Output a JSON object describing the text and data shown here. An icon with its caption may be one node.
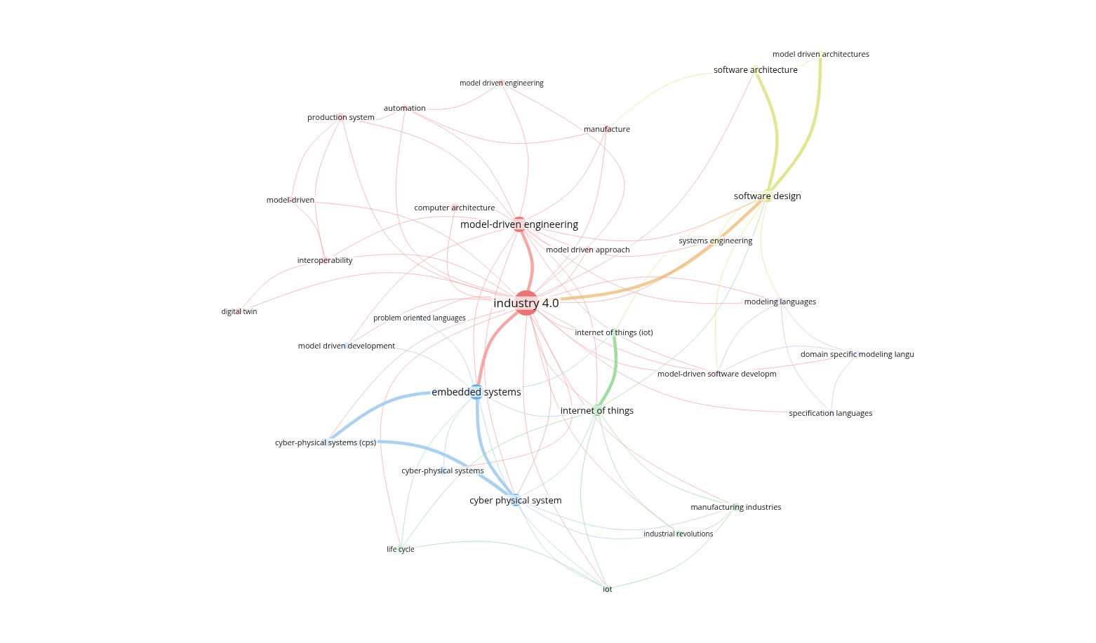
{
  "diagram": {
    "nodes": [
      {
        "text": [
          "industry 4.0"
        ]
      },
      {
        "text": [
          "model-driven engineering"
        ]
      },
      {
        "text": [
          "model driven engineering"
        ]
      },
      {
        "text": [
          "automation"
        ]
      },
      {
        "text": [
          "production system"
        ]
      },
      {
        "text": [
          "manufacture"
        ]
      },
      {
        "text": [
          "model-driven"
        ]
      },
      {
        "text": [
          "computer architecture"
        ]
      },
      {
        "text": [
          "interoperability"
        ]
      },
      {
        "text": [
          "model driven approach"
        ]
      },
      {
        "text": [
          "digital twin"
        ]
      },
      {
        "text": [
          "problem oriented languages"
        ]
      },
      {
        "text": [
          "model driven development"
        ]
      },
      {
        "text": [
          "embedded systems"
        ]
      },
      {
        "text": [
          "cyber-physical systems (cps)"
        ]
      },
      {
        "text": [
          "cyber-physical systems"
        ]
      },
      {
        "text": [
          "cyber physical system"
        ]
      },
      {
        "text": [
          "internet of things (iot)"
        ]
      },
      {
        "text": [
          "internet of things"
        ]
      },
      {
        "text": [
          "manufacturing industries"
        ]
      },
      {
        "text": [
          "industrial revolutions"
        ]
      },
      {
        "text": [
          "life cycle"
        ]
      },
      {
        "text": [
          "iot"
        ]
      },
      {
        "text": [
          "software architecture"
        ]
      },
      {
        "text": [
          "model driven architectures"
        ]
      },
      {
        "text": [
          "software design"
        ]
      },
      {
        "text": [
          "systems engineering"
        ]
      },
      {
        "text": [
          "modeling languages"
        ]
      },
      {
        "text": [
          "domain specific modeling langu"
        ]
      },
      {
        "text": [
          "model-driven software developm"
        ]
      },
      {
        "text": [
          "specification languages"
        ]
      }
    ],
    "edges": [
      {
        "from": 0,
        "to": 1,
        "arrow": "none",
        "style": "thick"
      },
      {
        "from": 0,
        "to": 2,
        "arrow": "none"
      },
      {
        "from": 0,
        "to": 3,
        "arrow": "none"
      },
      {
        "from": 0,
        "to": 4,
        "arrow": "none"
      },
      {
        "from": 0,
        "to": 5,
        "arrow": "none"
      },
      {
        "from": 0,
        "to": 6,
        "arrow": "none"
      },
      {
        "from": 0,
        "to": 7,
        "arrow": "none"
      },
      {
        "from": 0,
        "to": 8,
        "arrow": "none"
      },
      {
        "from": 0,
        "to": 9,
        "arrow": "none"
      },
      {
        "from": 0,
        "to": 10,
        "arrow": "none"
      },
      {
        "from": 0,
        "to": 11,
        "arrow": "none"
      },
      {
        "from": 0,
        "to": 12,
        "arrow": "none"
      },
      {
        "from": 0,
        "to": 13,
        "arrow": "none",
        "style": "thick"
      },
      {
        "from": 0,
        "to": 14,
        "arrow": "none"
      },
      {
        "from": 0,
        "to": 15,
        "arrow": "none"
      },
      {
        "from": 0,
        "to": 16,
        "arrow": "none"
      },
      {
        "from": 0,
        "to": 17,
        "arrow": "none"
      },
      {
        "from": 0,
        "to": 18,
        "arrow": "none"
      },
      {
        "from": 0,
        "to": 19,
        "arrow": "none"
      },
      {
        "from": 0,
        "to": 20,
        "arrow": "none"
      },
      {
        "from": 0,
        "to": 21,
        "arrow": "none"
      },
      {
        "from": 0,
        "to": 22,
        "arrow": "none"
      },
      {
        "from": 0,
        "to": 23,
        "arrow": "none"
      },
      {
        "from": 0,
        "to": 25,
        "arrow": "none",
        "style": "thick",
        "color": "#f0c890"
      },
      {
        "from": 0,
        "to": 26,
        "arrow": "none"
      },
      {
        "from": 0,
        "to": 27,
        "arrow": "none"
      },
      {
        "from": 0,
        "to": 28,
        "arrow": "none"
      },
      {
        "from": 0,
        "to": 29,
        "arrow": "none"
      },
      {
        "from": 0,
        "to": 30,
        "arrow": "none"
      },
      {
        "from": 1,
        "to": 2,
        "arrow": "none"
      },
      {
        "from": 1,
        "to": 3,
        "arrow": "none"
      },
      {
        "from": 1,
        "to": 4,
        "arrow": "none"
      },
      {
        "from": 1,
        "to": 5,
        "arrow": "none"
      },
      {
        "from": 1,
        "to": 7,
        "arrow": "none"
      },
      {
        "from": 1,
        "to": 8,
        "arrow": "none"
      },
      {
        "from": 1,
        "to": 9,
        "arrow": "none"
      },
      {
        "from": 1,
        "to": 12,
        "arrow": "none"
      },
      {
        "from": 1,
        "to": 13,
        "arrow": "none"
      },
      {
        "from": 1,
        "to": 16,
        "arrow": "none"
      },
      {
        "from": 1,
        "to": 18,
        "arrow": "none"
      },
      {
        "from": 1,
        "to": 25,
        "arrow": "none"
      },
      {
        "from": 1,
        "to": 26,
        "arrow": "none"
      },
      {
        "from": 1,
        "to": 27,
        "arrow": "none"
      },
      {
        "from": 1,
        "to": 29,
        "arrow": "none"
      },
      {
        "from": 13,
        "to": 14,
        "arrow": "none",
        "style": "thick",
        "color": "#a8cdee"
      },
      {
        "from": 13,
        "to": 15,
        "arrow": "none",
        "color": "#a8cdee"
      },
      {
        "from": 13,
        "to": 16,
        "arrow": "none",
        "style": "thick",
        "color": "#a8cdee"
      },
      {
        "from": 13,
        "to": 18,
        "arrow": "none",
        "color": "#a8cdee"
      },
      {
        "from": 13,
        "to": 12,
        "arrow": "none",
        "color": "#a8cdee"
      },
      {
        "from": 13,
        "to": 11,
        "arrow": "none",
        "color": "#a8cdee"
      },
      {
        "from": 13,
        "to": 21,
        "arrow": "none",
        "color": "#a8cdee"
      },
      {
        "from": 13,
        "to": 22,
        "arrow": "none",
        "color": "#a8cdee"
      },
      {
        "from": 13,
        "to": 17,
        "arrow": "none",
        "color": "#a8cdee"
      },
      {
        "from": 16,
        "to": 14,
        "arrow": "none",
        "style": "thick",
        "color": "#a8cdee"
      },
      {
        "from": 16,
        "to": 15,
        "arrow": "none",
        "color": "#a8cdee"
      },
      {
        "from": 16,
        "to": 18,
        "arrow": "none",
        "color": "#a8cdee"
      },
      {
        "from": 16,
        "to": 19,
        "arrow": "none",
        "color": "#a8cdee"
      },
      {
        "from": 16,
        "to": 20,
        "arrow": "none",
        "color": "#a8cdee"
      },
      {
        "from": 16,
        "to": 22,
        "arrow": "none",
        "color": "#a8cdee"
      },
      {
        "from": 18,
        "to": 17,
        "arrow": "none",
        "style": "thick",
        "color": "#9bd99b"
      },
      {
        "from": 18,
        "to": 19,
        "arrow": "none",
        "color": "#9bd99b"
      },
      {
        "from": 18,
        "to": 20,
        "arrow": "none",
        "color": "#9bd99b"
      },
      {
        "from": 18,
        "to": 22,
        "arrow": "none",
        "color": "#9bd99b"
      },
      {
        "from": 18,
        "to": 21,
        "arrow": "none",
        "color": "#9bd99b"
      },
      {
        "from": 18,
        "to": 25,
        "arrow": "none",
        "color": "#9bd99b"
      },
      {
        "from": 22,
        "to": 21,
        "arrow": "none",
        "color": "#9bd99b"
      },
      {
        "from": 22,
        "to": 19,
        "arrow": "none",
        "color": "#9bd99b"
      },
      {
        "from": 20,
        "to": 19,
        "arrow": "none",
        "color": "#9bd99b"
      },
      {
        "from": 25,
        "to": 23,
        "arrow": "none",
        "style": "thick",
        "color": "#e3e38f"
      },
      {
        "from": 25,
        "to": 24,
        "arrow": "none",
        "style": "thick",
        "color": "#e3e38f"
      },
      {
        "from": 25,
        "to": 26,
        "arrow": "none",
        "color": "#e3e38f"
      },
      {
        "from": 25,
        "to": 27,
        "arrow": "none",
        "color": "#e3e38f"
      },
      {
        "from": 25,
        "to": 29,
        "arrow": "none",
        "color": "#e3e38f"
      },
      {
        "from": 25,
        "to": 17,
        "arrow": "none",
        "color": "#e3e38f"
      },
      {
        "from": 23,
        "to": 24,
        "arrow": "none",
        "color": "#e3e38f"
      },
      {
        "from": 23,
        "to": 5,
        "arrow": "none",
        "color": "#e3e38f"
      },
      {
        "from": 27,
        "to": 28,
        "arrow": "none",
        "color": "#d4b8ee"
      },
      {
        "from": 27,
        "to": 29,
        "arrow": "none",
        "color": "#d4b8ee"
      },
      {
        "from": 27,
        "to": 30,
        "arrow": "none",
        "color": "#d4b8ee"
      },
      {
        "from": 28,
        "to": 29,
        "arrow": "none",
        "color": "#d4b8ee"
      },
      {
        "from": 28,
        "to": 30,
        "arrow": "none",
        "color": "#d4b8ee"
      },
      {
        "from": 4,
        "to": 3,
        "arrow": "none"
      },
      {
        "from": 4,
        "to": 6,
        "arrow": "none"
      },
      {
        "from": 4,
        "to": 8,
        "arrow": "none"
      },
      {
        "from": 3,
        "to": 2,
        "arrow": "none"
      },
      {
        "from": 3,
        "to": 5,
        "arrow": "none"
      },
      {
        "from": 8,
        "to": 10,
        "arrow": "none"
      },
      {
        "from": 8,
        "to": 6,
        "arrow": "none"
      }
    ]
  }
}
